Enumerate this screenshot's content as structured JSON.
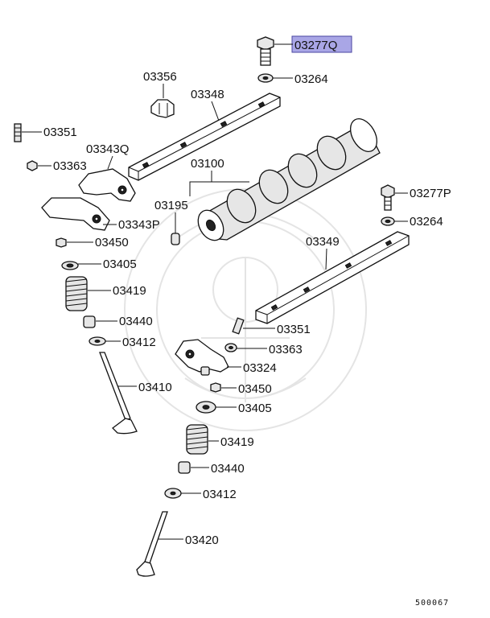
{
  "callouts": {
    "p03277Q": "03277Q",
    "p03264a": "03264",
    "p03356": "03356",
    "p03348": "03348",
    "p03351a": "03351",
    "p03343Q": "03343Q",
    "p03363a": "03363",
    "p03100": "03100",
    "p03277P": "03277P",
    "p03195": "03195",
    "p03343P": "03343P",
    "p03264b": "03264",
    "p03450a": "03450",
    "p03349": "03349",
    "p03405a": "03405",
    "p03419a": "03419",
    "p03440a": "03440",
    "p03351b": "03351",
    "p03412a": "03412",
    "p03363b": "03363",
    "p03324": "03324",
    "p03410": "03410",
    "p03450b": "03450",
    "p03405b": "03405",
    "p03419b": "03419",
    "p03440b": "03440",
    "p03412b": "03412",
    "p03420": "03420"
  },
  "highlight_color": "#a9a6e6",
  "diagram_code": "500067"
}
